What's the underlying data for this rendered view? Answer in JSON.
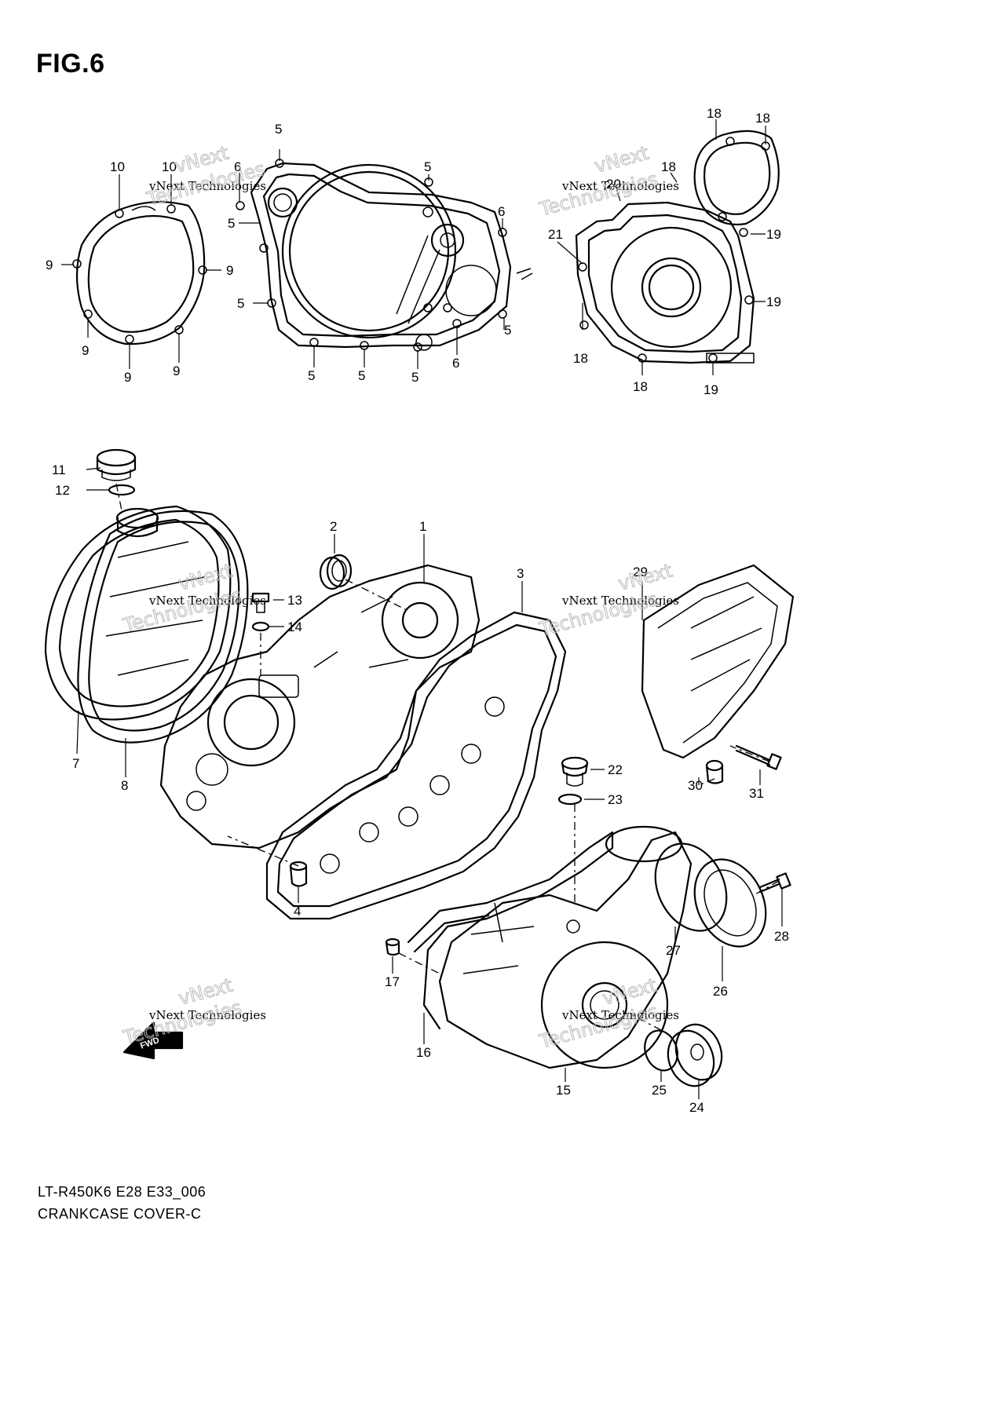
{
  "figure": {
    "title": "FIG.6"
  },
  "watermark": {
    "text": "vNext Technologies",
    "line1": "vNext",
    "line2": "Technologies"
  },
  "arrow_badge": {
    "label": "FWD"
  },
  "footer": {
    "model_code": "LT-R450K6 E28 E33_006",
    "diagram_name": "CRANKCASE COVER-C"
  },
  "callouts": [
    {
      "id": "c-10a",
      "label": "10"
    },
    {
      "id": "c-10b",
      "label": "10"
    },
    {
      "id": "c-6a",
      "label": "6"
    },
    {
      "id": "c-9a",
      "label": "9"
    },
    {
      "id": "c-9b",
      "label": "9"
    },
    {
      "id": "c-9c",
      "label": "9"
    },
    {
      "id": "c-9d",
      "label": "9"
    },
    {
      "id": "c-9e",
      "label": "9"
    },
    {
      "id": "c-5a",
      "label": "5"
    },
    {
      "id": "c-5b",
      "label": "5"
    },
    {
      "id": "c-5c",
      "label": "5"
    },
    {
      "id": "c-5d",
      "label": "5"
    },
    {
      "id": "c-5e",
      "label": "5"
    },
    {
      "id": "c-5f",
      "label": "5"
    },
    {
      "id": "c-5g",
      "label": "5"
    },
    {
      "id": "c-5h",
      "label": "5"
    },
    {
      "id": "c-6b",
      "label": "6"
    },
    {
      "id": "c-6c",
      "label": "6"
    },
    {
      "id": "c-18a",
      "label": "18"
    },
    {
      "id": "c-18b",
      "label": "18"
    },
    {
      "id": "c-18c",
      "label": "18"
    },
    {
      "id": "c-18d",
      "label": "18"
    },
    {
      "id": "c-18e",
      "label": "18"
    },
    {
      "id": "c-20",
      "label": "20"
    },
    {
      "id": "c-21",
      "label": "21"
    },
    {
      "id": "c-19a",
      "label": "19"
    },
    {
      "id": "c-19b",
      "label": "19"
    },
    {
      "id": "c-19c",
      "label": "19"
    },
    {
      "id": "c-11",
      "label": "11"
    },
    {
      "id": "c-12",
      "label": "12"
    },
    {
      "id": "c-2",
      "label": "2"
    },
    {
      "id": "c-1",
      "label": "1"
    },
    {
      "id": "c-3",
      "label": "3"
    },
    {
      "id": "c-13",
      "label": "13"
    },
    {
      "id": "c-14",
      "label": "14"
    },
    {
      "id": "c-7",
      "label": "7"
    },
    {
      "id": "c-8",
      "label": "8"
    },
    {
      "id": "c-4",
      "label": "4"
    },
    {
      "id": "c-29",
      "label": "29"
    },
    {
      "id": "c-22",
      "label": "22"
    },
    {
      "id": "c-23",
      "label": "23"
    },
    {
      "id": "c-30",
      "label": "30"
    },
    {
      "id": "c-31",
      "label": "31"
    },
    {
      "id": "c-28",
      "label": "28"
    },
    {
      "id": "c-27",
      "label": "27"
    },
    {
      "id": "c-26",
      "label": "26"
    },
    {
      "id": "c-17",
      "label": "17"
    },
    {
      "id": "c-16",
      "label": "16"
    },
    {
      "id": "c-15",
      "label": "15"
    },
    {
      "id": "c-25",
      "label": "25"
    },
    {
      "id": "c-24",
      "label": "24"
    }
  ]
}
